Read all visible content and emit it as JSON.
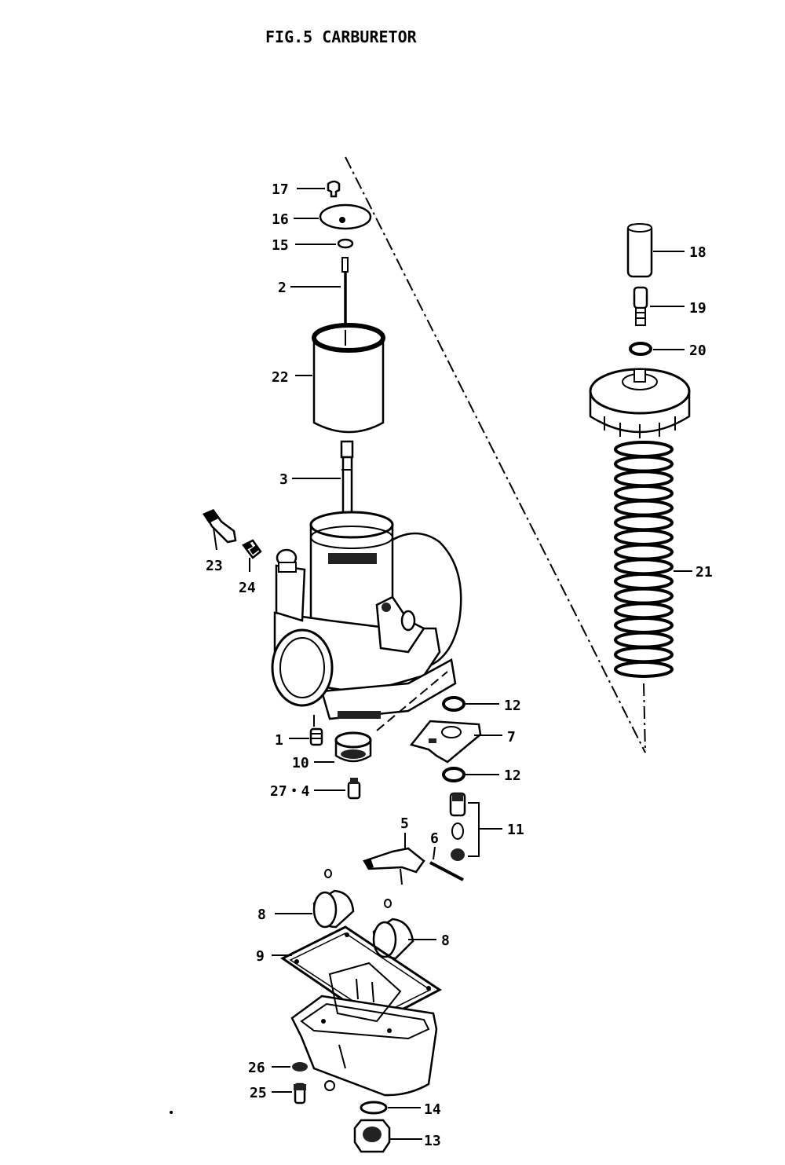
{
  "figure": {
    "title": "FIG.5  CARBURETOR"
  },
  "callouts": {
    "c1": "1",
    "c2": "2",
    "c3": "3",
    "c4": "27・4",
    "c5": "5",
    "c6": "6",
    "c7": "7",
    "c8a": "8",
    "c8b": "8",
    "c9": "9",
    "c10": "10",
    "c11": "11",
    "c12a": "12",
    "c12b": "12",
    "c13": "13",
    "c14": "14",
    "c15": "15",
    "c16": "16",
    "c17": "17",
    "c18": "18",
    "c19": "19",
    "c20": "20",
    "c21": "21",
    "c22": "22",
    "c23": "23",
    "c24": "24",
    "c25": "25",
    "c26": "26"
  }
}
